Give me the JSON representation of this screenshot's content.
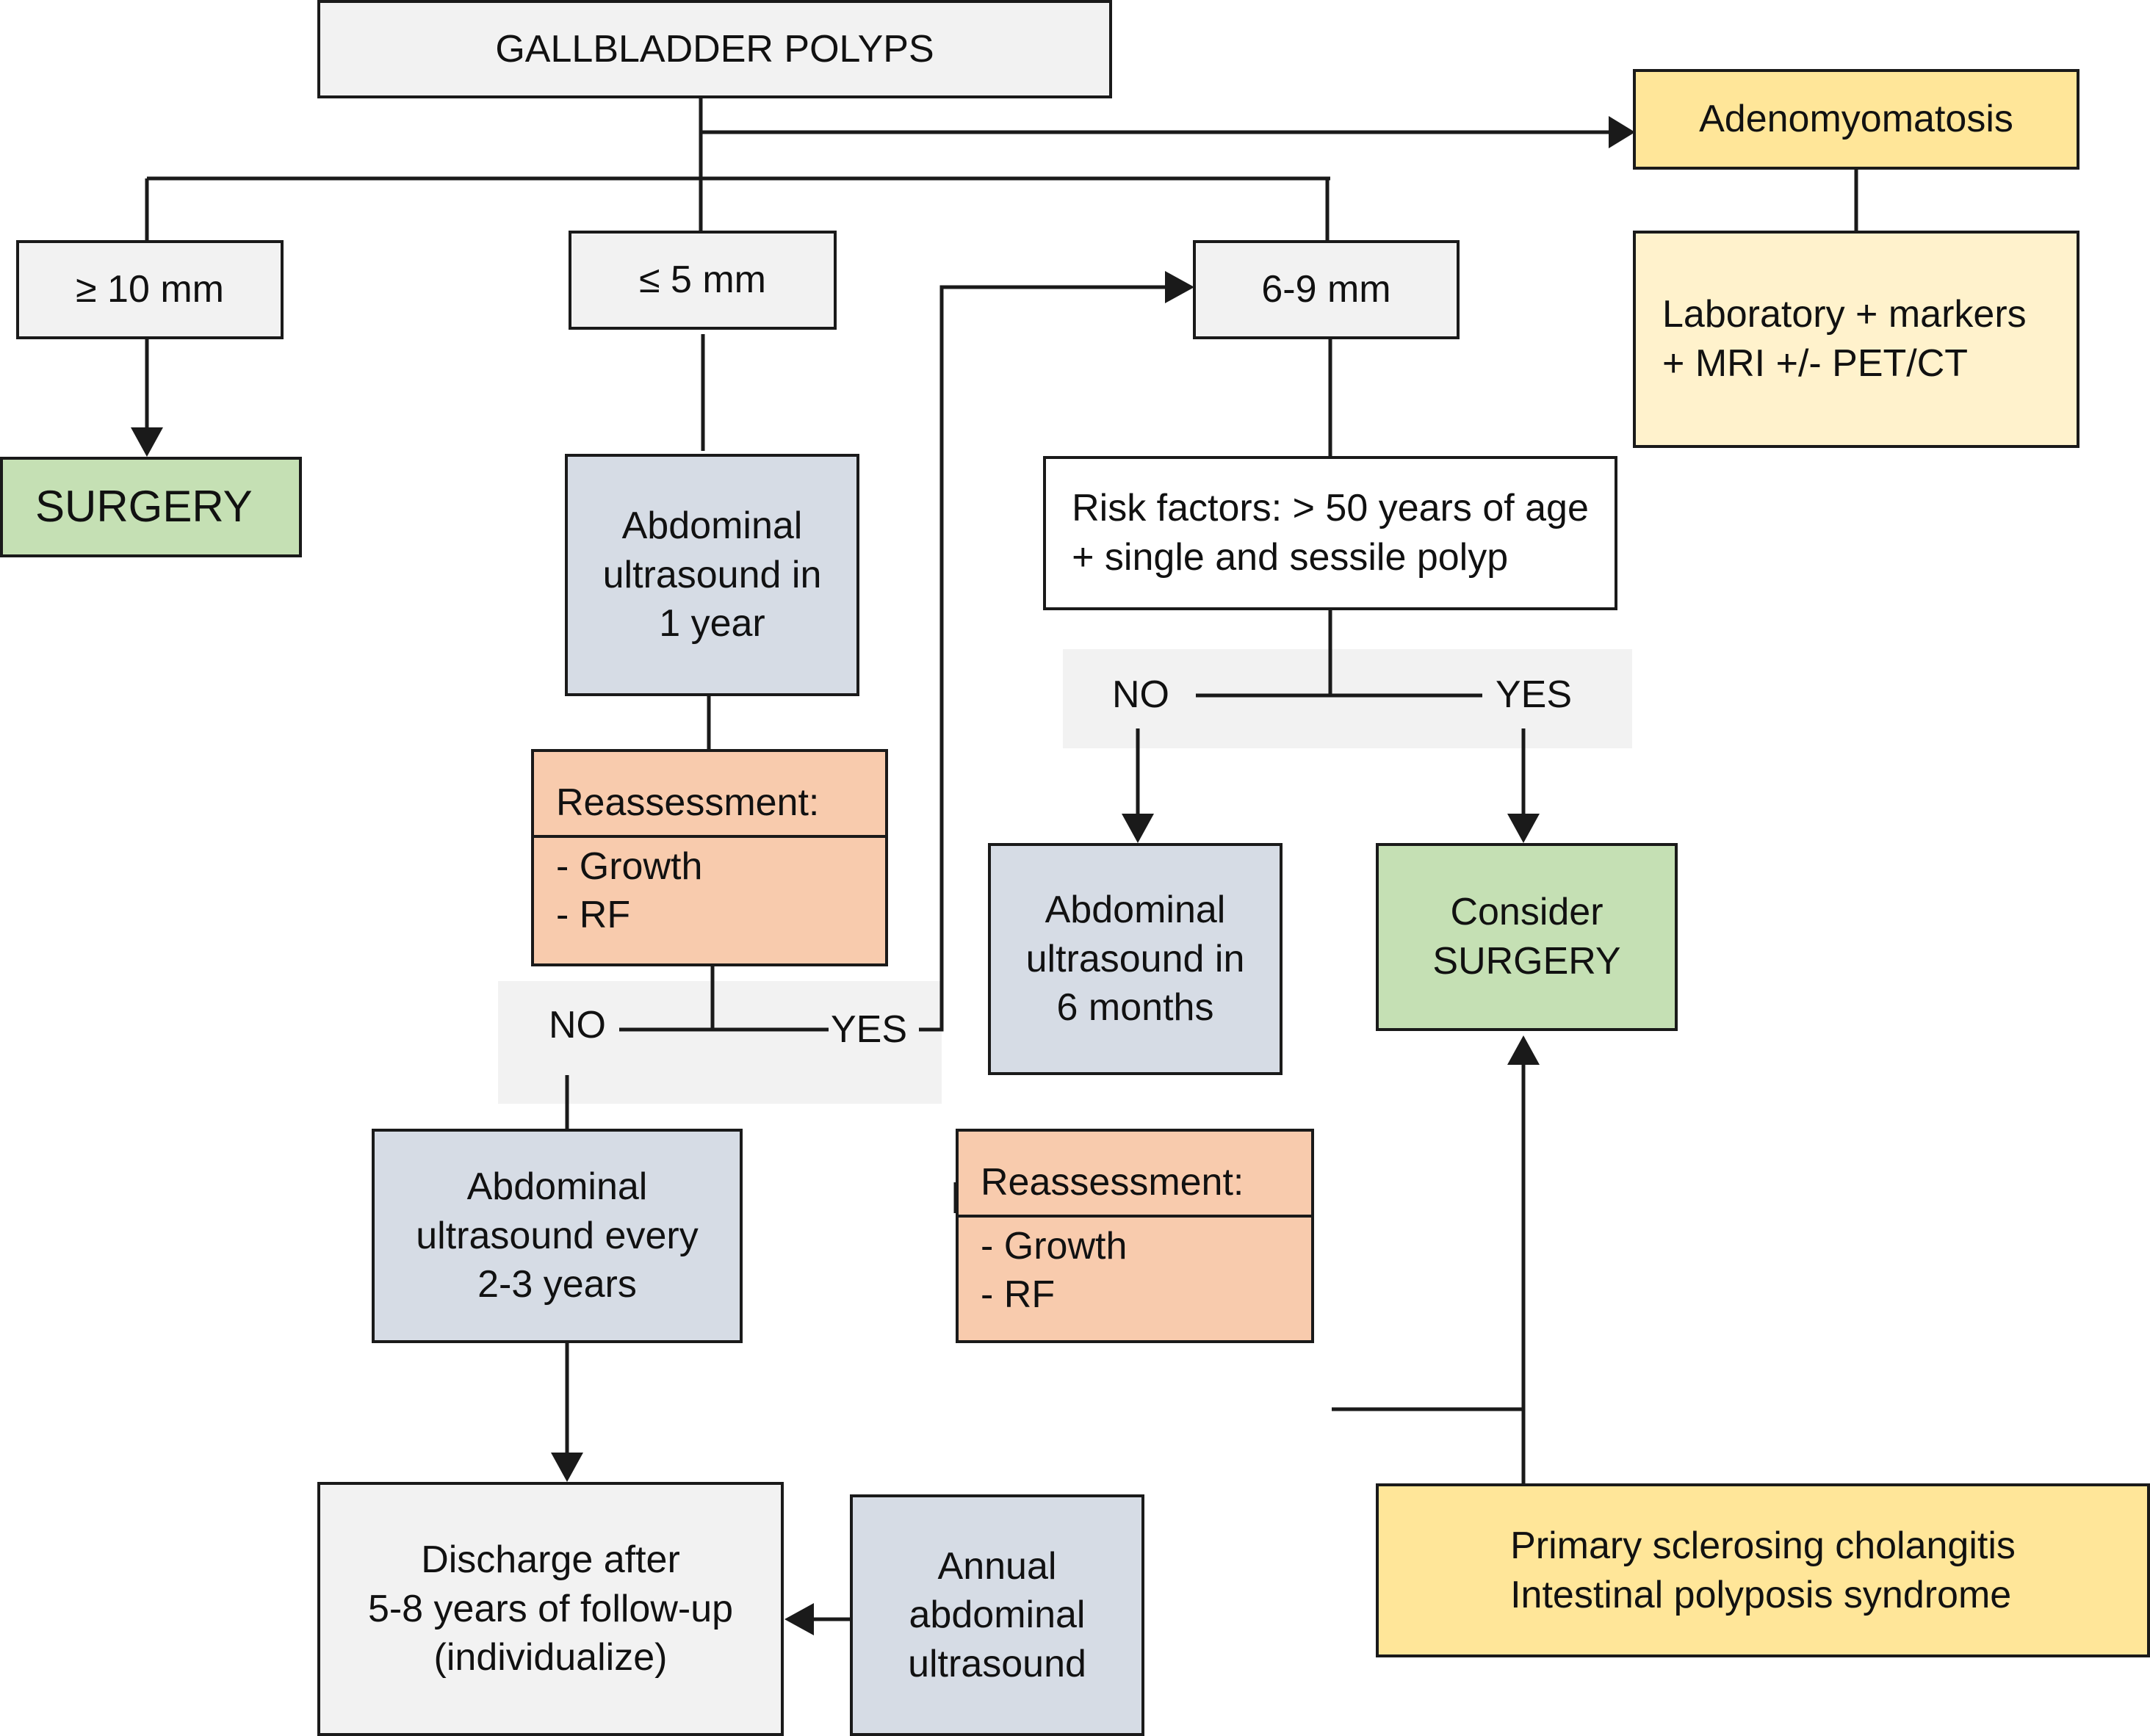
{
  "colors": {
    "gray_box": "#f2f2f2",
    "white_box": "#ffffff",
    "blue_box": "#d6dce5",
    "orange_box": "#f8cbad",
    "green_box": "#c5e0b4",
    "yellow_box": "#ffe699",
    "light_yellow_box": "#fff2cc",
    "band": "#f2f2f2",
    "line": "#1a1a1a"
  },
  "nodes": {
    "gallbladder_polyps": "GALLBLADDER POLYPS",
    "adenomyomatosis": "Adenomyomatosis",
    "adenomyomatosis_workup": "Laboratory + markers\n+ MRI +/- PET/CT",
    "size_ge10": "≥ 10 mm",
    "size_le5": "≤ 5 mm",
    "size_6_9": "6-9 mm",
    "surgery": "SURGERY",
    "us_1_year": "Abdominal\nultrasound in\n1 year",
    "reassessment_1_title": "Reassessment:",
    "reassessment_1_items": "- Growth\n- RF",
    "risk_factors": "Risk factors: > 50 years of age\n+ single and sessile polyp",
    "us_6_months": "Abdominal\nultrasound in\n6 months",
    "consider_surgery": "Consider\nSURGERY",
    "us_every_2_3": "Abdominal\nultrasound every\n2-3 years",
    "reassessment_2_title": "Reassessment:",
    "reassessment_2_items": "- Growth\n- RF",
    "discharge": "Discharge after\n5-8 years of follow-up\n(individualize)",
    "annual_us": "Annual\nabdominal\nultrasound",
    "high_risk_conditions": "Primary sclerosing cholangitis\nIntestinal polyposis syndrome"
  },
  "decisions": {
    "no_1": "NO",
    "yes_1": "YES",
    "no_2": "NO",
    "yes_2": "YES"
  }
}
